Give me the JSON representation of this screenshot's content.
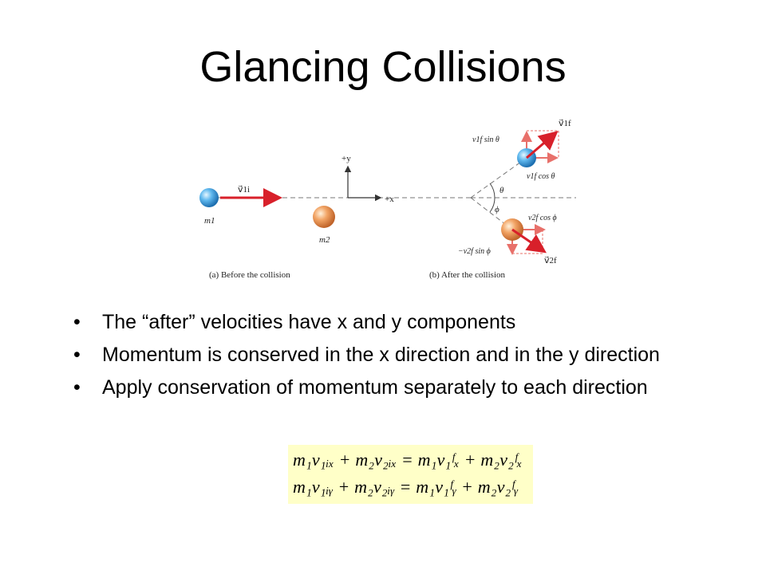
{
  "slide": {
    "title": "Glancing Collisions",
    "figure": {
      "before_caption": "(a) Before the collision",
      "after_caption": "(b) After the collision",
      "labels": {
        "v1i": "v⃗1i",
        "m1": "m1",
        "m2": "m2",
        "plus_y": "+y",
        "plus_x": "+x",
        "v1f": "v⃗1f",
        "v2f": "v⃗2f",
        "v1f_sin": "v1f sin θ",
        "v1f_cos": "v1f cos θ",
        "v2f_cos": "v2f cos ϕ",
        "neg_v2f_sin": "−v2f sin ϕ",
        "theta": "θ",
        "phi": "ϕ"
      }
    },
    "bullets": [
      "The “after” velocities have x and y components",
      "Momentum is conserved in the x direction and in the y direction",
      "Apply conservation of momentum separately to each direction"
    ],
    "bullet_symbol": "•",
    "equations": [
      "m₁v₁ᵢₓ + m₂v₂ᵢₓ = m₁v₁ᶠₓ + m₂v₂ᶠₓ",
      "m₁v₁ᵢᵧ + m₂v₂ᵢᵧ = m₁v₁ᶠᵧ + m₂v₂ᶠᵧ"
    ]
  }
}
